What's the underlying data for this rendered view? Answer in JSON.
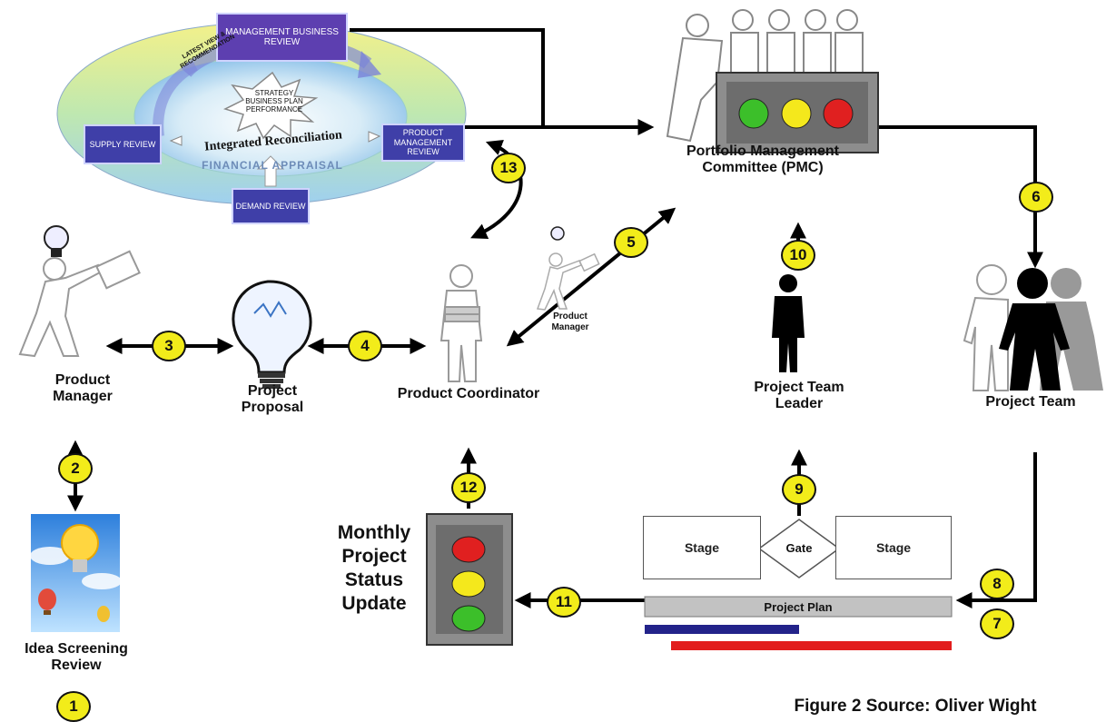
{
  "cycle": {
    "management_business_review": "MANAGEMENT BUSINESS REVIEW",
    "latest_view": "LATEST VIEW & RECOMMENDATION",
    "strategy": "STRATEGY BUSINESS PLAN PERFORMANCE",
    "integrated_reconciliation": "Integrated Reconciliation",
    "financial_appraisal": "FINANCIAL APPRAISAL",
    "supply_review": "SUPPLY REVIEW",
    "product_management_review": "PRODUCT MANAGEMENT REVIEW",
    "demand_review": "DEMAND REVIEW"
  },
  "labels": {
    "pmc": "Portfolio Management Committee (PMC)",
    "product_manager": "Product Manager",
    "project_proposal": "Project Proposal",
    "product_coordinator": "Product Coordinator",
    "small_product_manager": "Product Manager",
    "project_team_leader": "Project Team Leader",
    "project_team": "Project Team",
    "idea_screening": "Idea Screening Review",
    "monthly_update": "Monthly Project Status Update",
    "stage_left": "Stage",
    "gate": "Gate",
    "stage_right": "Stage",
    "project_plan": "Project Plan",
    "source": "Figure 2 Source: Oliver Wight"
  },
  "steps": {
    "s1": "1",
    "s2": "2",
    "s3": "3",
    "s4": "4",
    "s5": "5",
    "s6": "6",
    "s7": "7",
    "s8": "8",
    "s9": "9",
    "s10": "10",
    "s11": "11",
    "s12": "12",
    "s13": "13"
  },
  "colors": {
    "number_badge": "#f2ec1a",
    "review_box": "#3f3fa8",
    "light_red": "#e02020",
    "light_yellow": "#f4e81c",
    "light_green": "#3cbf2a",
    "plan_blue": "#23238a",
    "plan_red": "#e21d1d"
  }
}
